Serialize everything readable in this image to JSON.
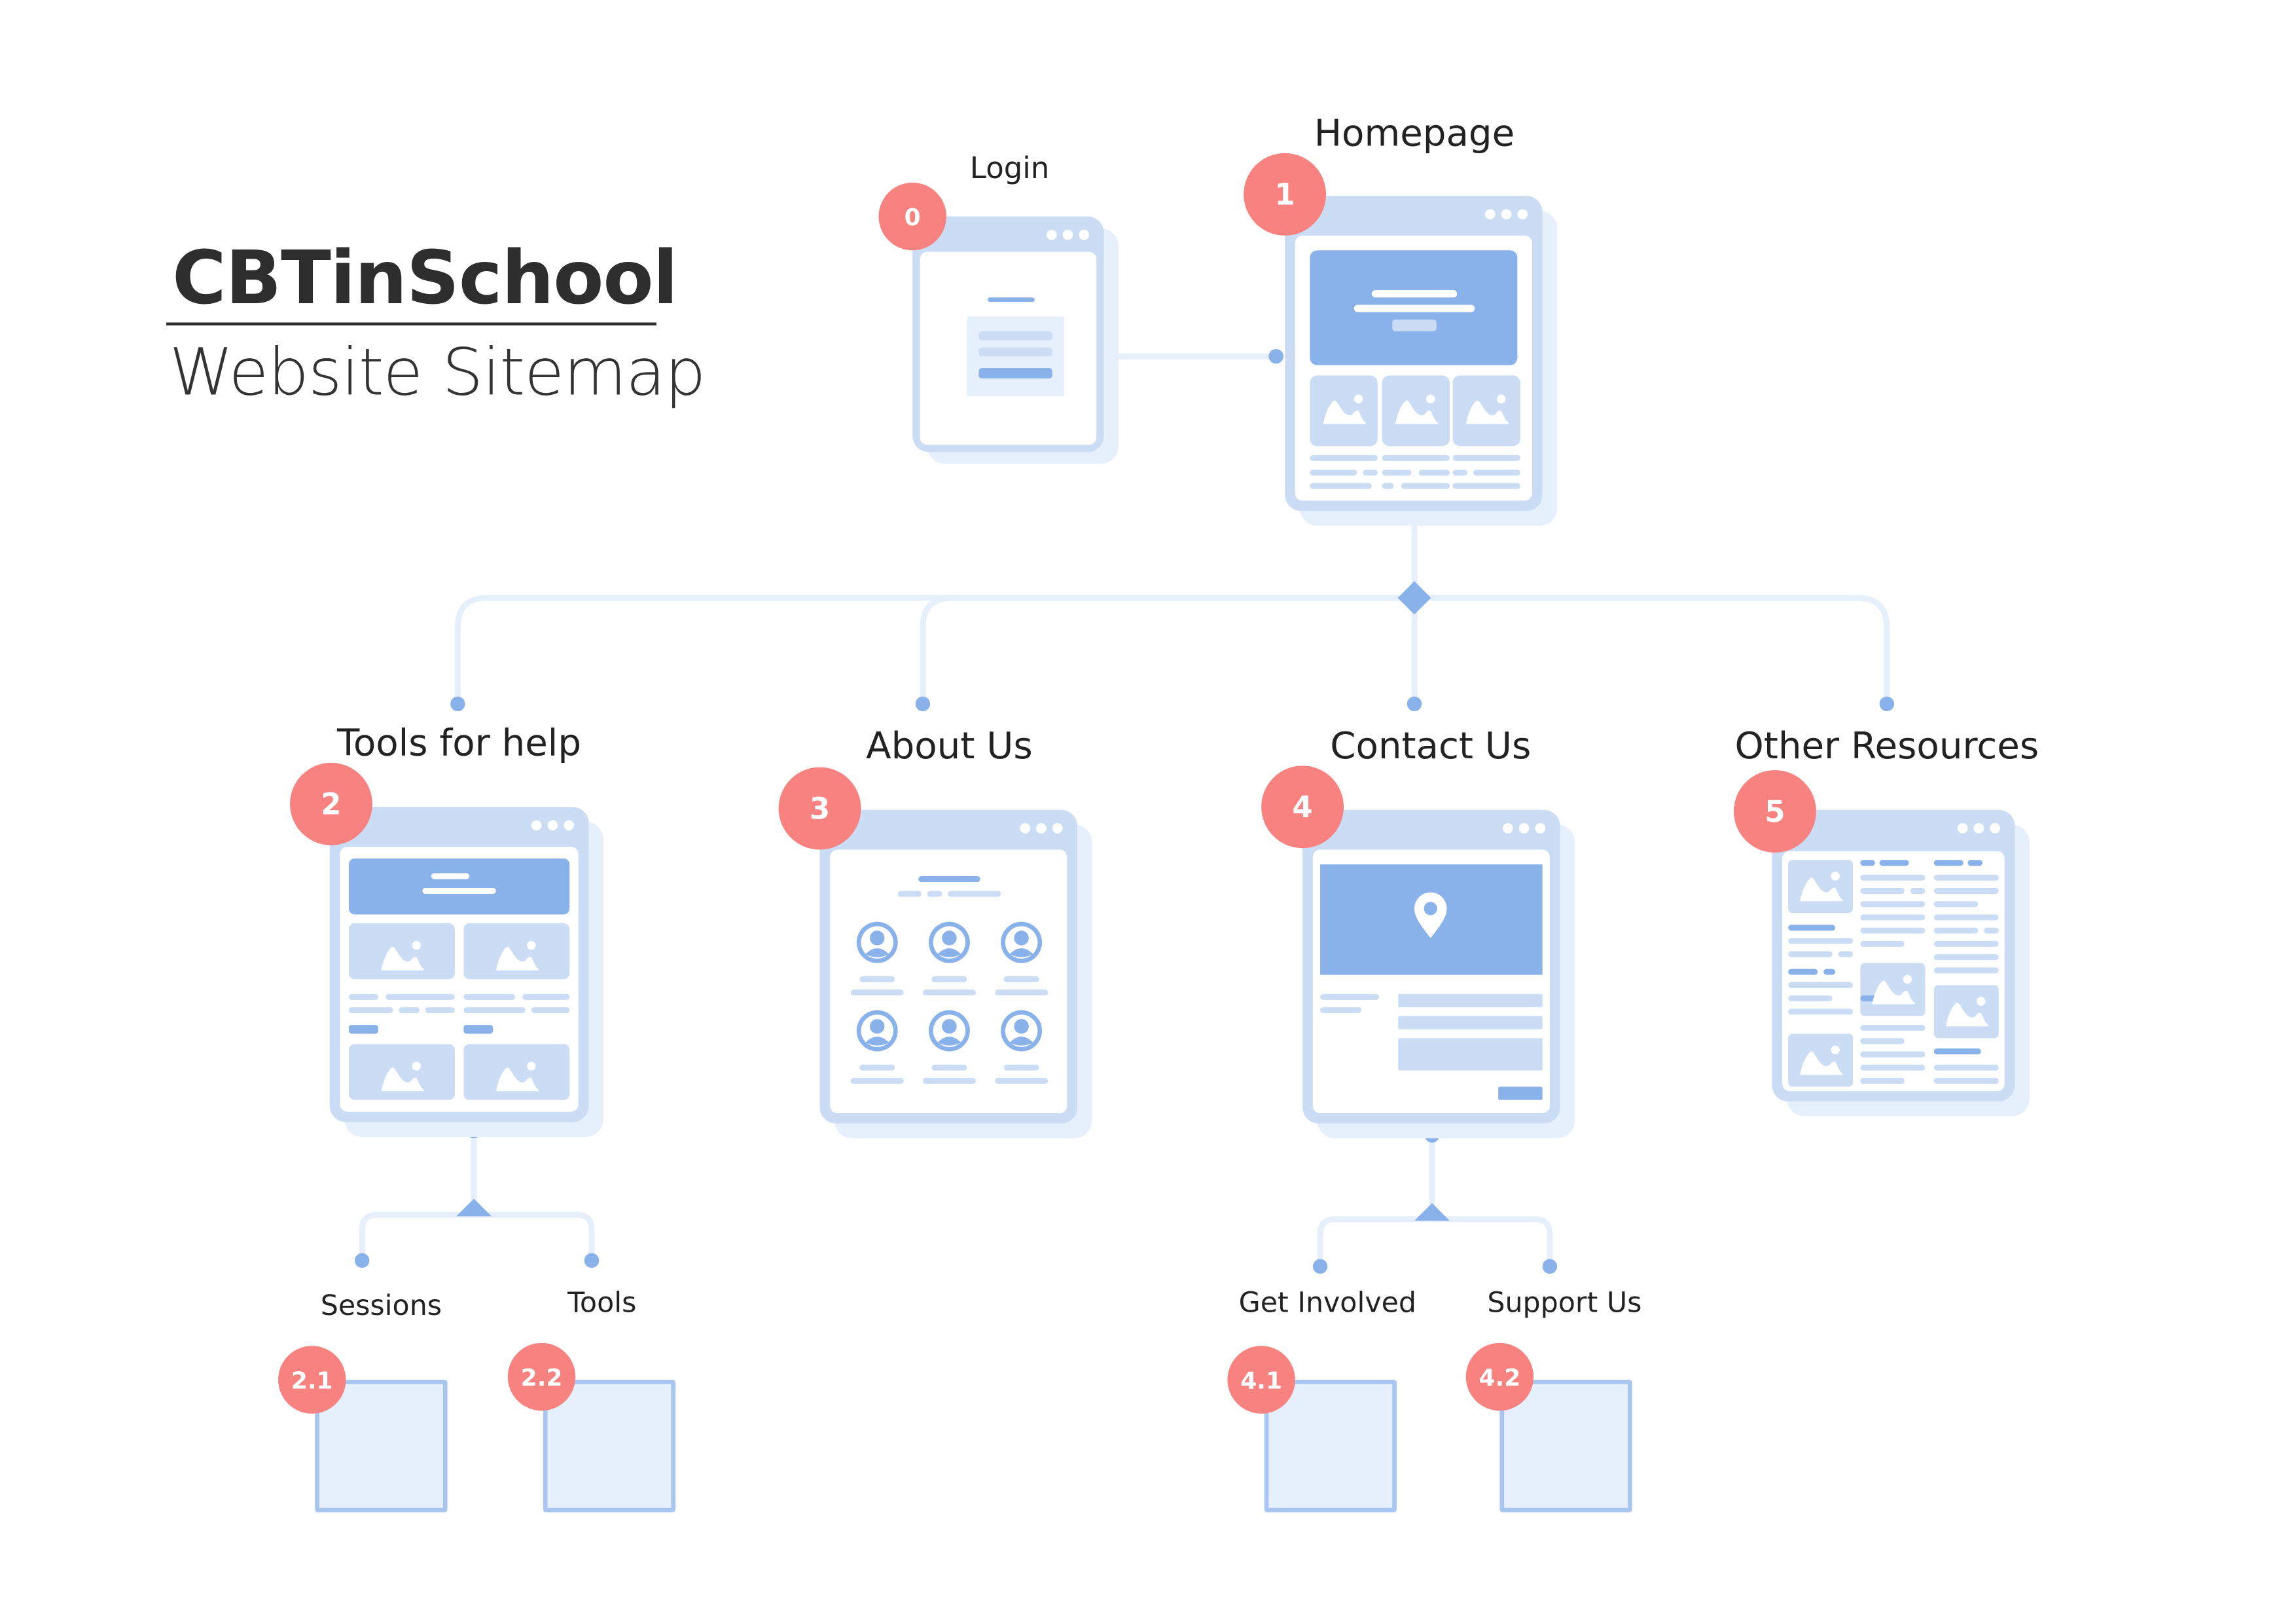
{
  "header": {
    "title": "CBTinSchool",
    "subtitle": "Website Sitemap"
  },
  "pages": {
    "login": {
      "label": "Login",
      "badge": "0"
    },
    "homepage": {
      "label": "Homepage",
      "badge": "1"
    },
    "tools_for_help": {
      "label": "Tools for help",
      "badge": "2"
    },
    "about_us": {
      "label": "About Us",
      "badge": "3"
    },
    "contact_us": {
      "label": "Contact Us",
      "badge": "4"
    },
    "other_resources": {
      "label": "Other Resources",
      "badge": "5"
    },
    "sessions": {
      "label": "Sessions",
      "badge": "2.1"
    },
    "tools": {
      "label": "Tools",
      "badge": "2.2"
    },
    "get_involved": {
      "label": "Get Involved",
      "badge": "4.1"
    },
    "support_us": {
      "label": "Support Us",
      "badge": "4.2"
    }
  },
  "colors": {
    "badge": "#f78280",
    "frame": "#cbdcf5",
    "accent": "#8ab2ea",
    "shadow": "#e6effc",
    "connector": "#e6effc"
  }
}
